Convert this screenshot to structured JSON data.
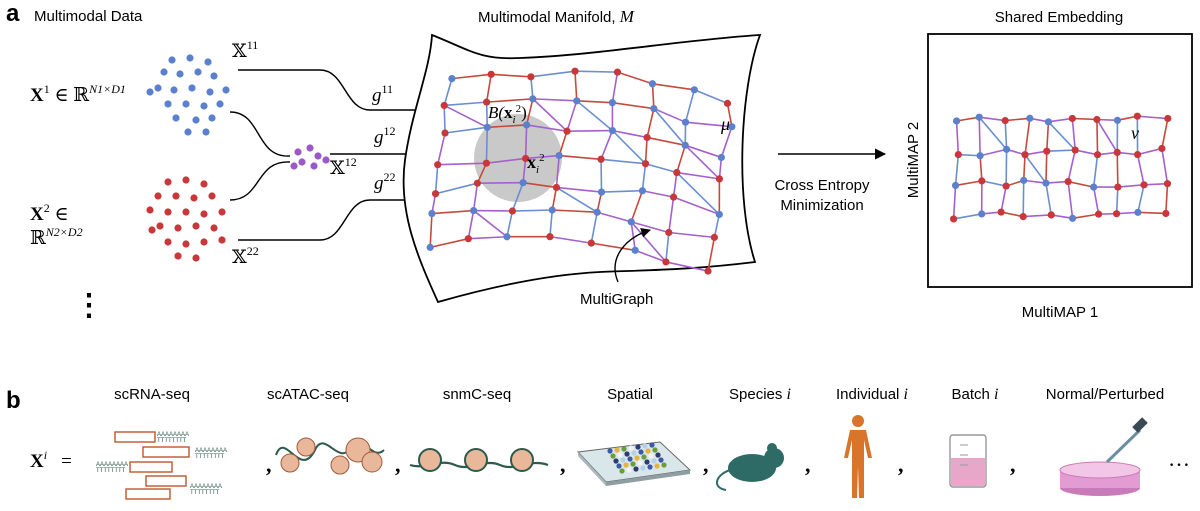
{
  "panel_a": {
    "letter": "a",
    "multimodal_data": {
      "title": "Multimodal Data",
      "x1": {
        "bold": "X",
        "sup": "1",
        "in": " ∈ ℝ",
        "dims": "N1×D1"
      },
      "x2": {
        "bold": "X",
        "sup": "2",
        "in": " ∈",
        "line2": "ℝ",
        "dims": "N2×D2"
      },
      "ellipsis": "⋮",
      "set11": {
        "base": "𝕏",
        "sup": "11"
      },
      "set12": {
        "base": "𝕏",
        "sup": "12"
      },
      "set22": {
        "base": "𝕏",
        "sup": "22"
      }
    },
    "maps": {
      "g11": {
        "base": "g",
        "sup": "11"
      },
      "g12": {
        "base": "g",
        "sup": "12"
      },
      "g22": {
        "base": "g",
        "sup": "22"
      }
    },
    "manifold": {
      "title": "Multimodal Manifold, ",
      "title_symbol": "M",
      "ball_label": {
        "B": "B(",
        "x": "x",
        "sub": "i",
        "sup": "2",
        "close": ")"
      },
      "point_label": {
        "x": "x",
        "sub": "i",
        "sup": "2"
      },
      "mu": "μ",
      "graph_label": "MultiGraph"
    },
    "arrow_label": {
      "line1": "Cross Entropy",
      "line2": "Minimization"
    },
    "embedding": {
      "title": "Shared Embedding",
      "xlabel": "MultiMAP 1",
      "ylabel": "MultiMAP 2",
      "nu": "ν"
    }
  },
  "panel_b": {
    "letter": "b",
    "lhs": {
      "bold": "X",
      "sup": "i",
      "eq": "="
    },
    "modalities": [
      {
        "text": "scRNA-seq",
        "ital": ""
      },
      {
        "text": "scATAC-seq",
        "ital": ""
      },
      {
        "text": "snmC-seq",
        "ital": ""
      },
      {
        "text": "Spatial",
        "ital": ""
      },
      {
        "text": "Species ",
        "ital": "i"
      },
      {
        "text": "Individual ",
        "ital": "i"
      },
      {
        "text": "Batch ",
        "ital": "i"
      },
      {
        "text": "Normal/Perturbed",
        "ital": ""
      }
    ],
    "separator": ",",
    "trailing": "…",
    "read_tag": "AAAAAAAA",
    "read_tag_bottom": "TTTTTTTT"
  },
  "colors": {
    "blue": "#5b80cc",
    "red": "#c8383a",
    "purple": "#9b59c8",
    "edge_blue": "#6a8fd0",
    "edge_red": "#c44a3c",
    "edge_purple": "#a560cc",
    "ball": "#c9c9c9",
    "chromatin": "#e9b79a",
    "dna": "#2c5a4c",
    "mouse": "#2f6b66",
    "human": "#d9742b",
    "beaker": "#e8a6c9",
    "dish": "#e39bd3"
  },
  "icons": [
    "rna-reads-icon",
    "chromatin-icon",
    "methylation-icon",
    "spatial-slide-icon",
    "mouse-icon",
    "human-icon",
    "beaker-icon",
    "petri-dish-icon"
  ]
}
